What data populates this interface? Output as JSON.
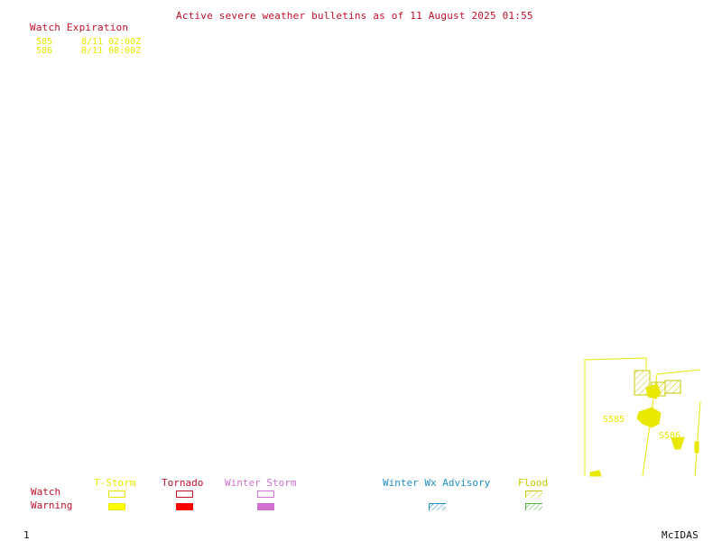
{
  "header": {
    "title": "Active severe weather bulletins as of 11 August 2025 01:55",
    "watch_expiration_header": "Watch Expiration"
  },
  "watches": [
    {
      "number": "585",
      "expires": "8/11 02:00Z"
    },
    {
      "number": "586",
      "expires": "8/11 08:00Z"
    }
  ],
  "map": {
    "labels": [
      {
        "text": "S585"
      },
      {
        "text": "S586"
      }
    ]
  },
  "legend": {
    "row_labels": {
      "watch": "Watch",
      "warning": "Warning"
    },
    "categories": [
      {
        "label": "T-Storm",
        "color": "#e8e800"
      },
      {
        "label": "Tornado",
        "color": "#c0102a"
      },
      {
        "label": "Winter Storm",
        "color": "#d070d0"
      },
      {
        "label": "Winter Wx Advisory",
        "color": "#1e8fc8"
      },
      {
        "label": "Flood",
        "color": "#c8c800"
      }
    ]
  },
  "footer": {
    "frame_number": "1",
    "software": "McIDAS"
  },
  "colors": {
    "title_red": "#c0102a",
    "watch_yellow": "#e8e800",
    "tornado_red": "#ff0000",
    "winter_storm_magenta": "#d070d0",
    "advisory_blue": "#1e8fc8",
    "flood_green": "#50b040"
  }
}
